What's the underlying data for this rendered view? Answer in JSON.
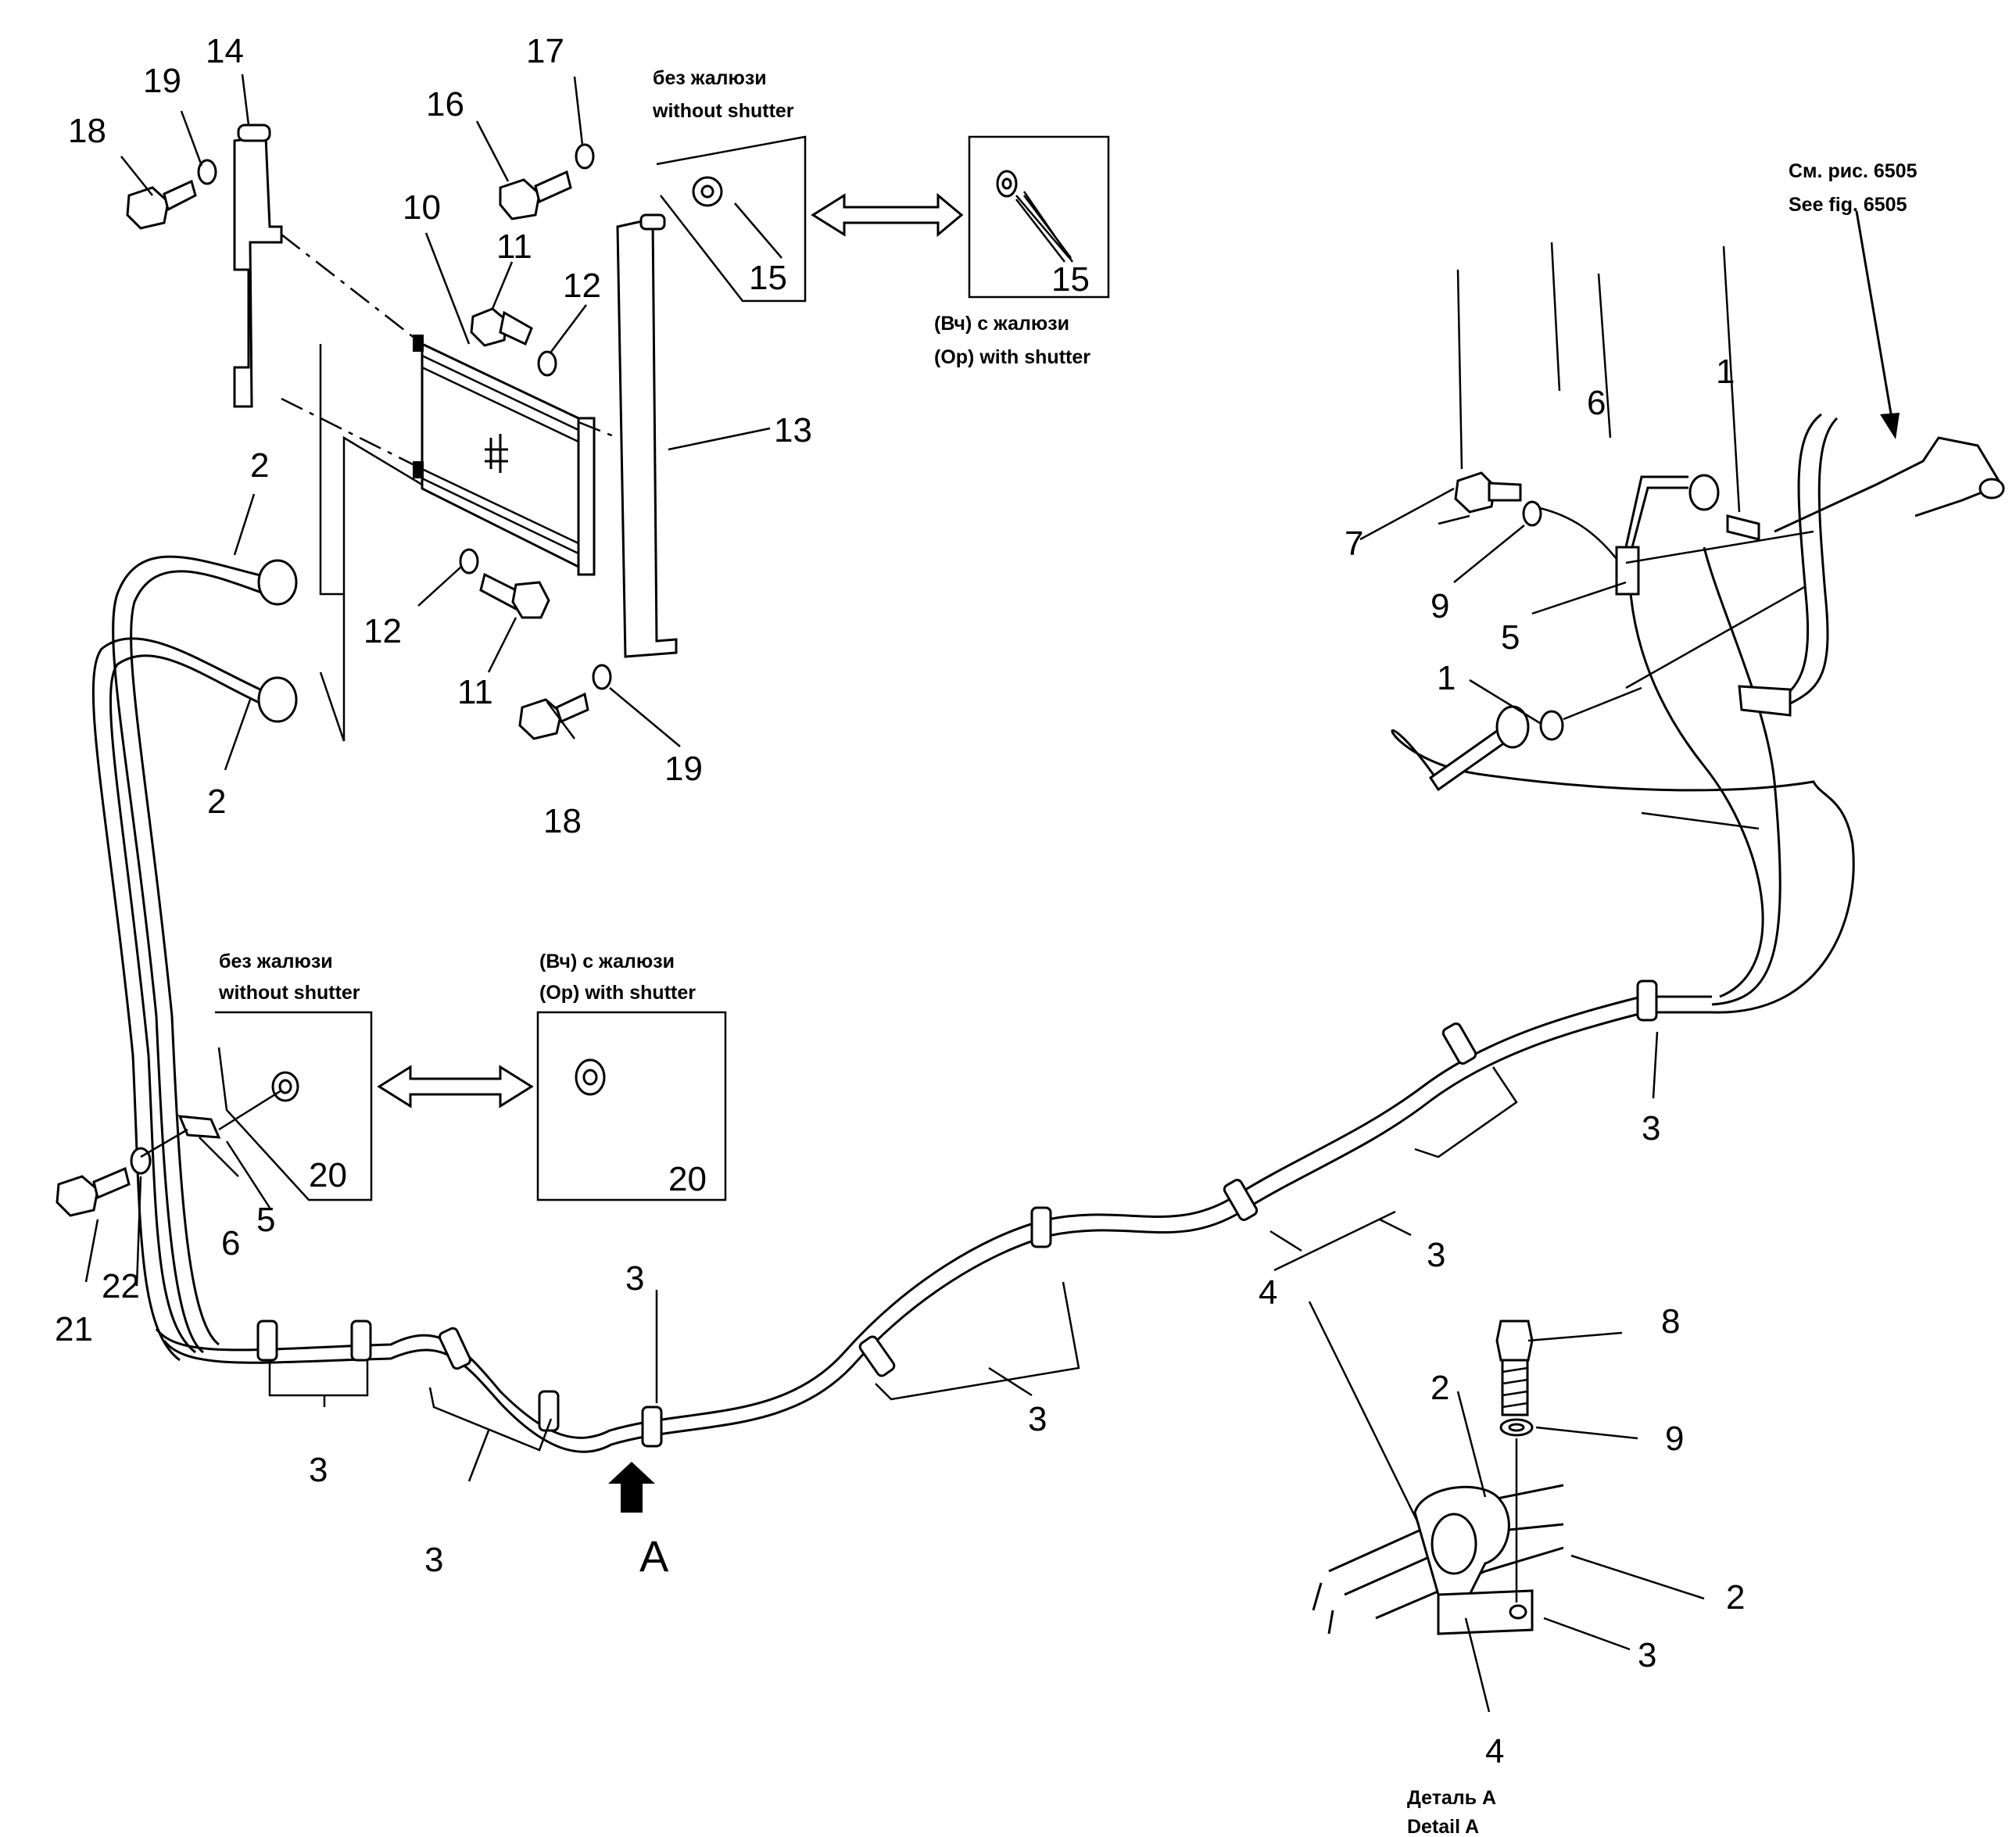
{
  "labels": {
    "n1": "1",
    "n2": "2",
    "n3": "3",
    "n4": "4",
    "n5": "5",
    "n6": "6",
    "n7": "7",
    "n8": "8",
    "n9": "9",
    "n10": "10",
    "n11": "11",
    "n12": "12",
    "n13": "13",
    "n14": "14",
    "n15": "15",
    "n16": "16",
    "n17": "17",
    "n18": "18",
    "n19": "19",
    "n20": "20",
    "n21": "21",
    "n22": "22",
    "detail_marker": "A"
  },
  "captions": {
    "without_shutter_ru": "без жалюзи",
    "without_shutter_en": "without shutter",
    "with_shutter_ru": "(Вч) с жалюзи",
    "with_shutter_en": "(Ор) with shutter",
    "see_fig_ru": "См. рис. 6505",
    "see_fig_en": "See fig. 6505",
    "detail_ru": "Деталь А",
    "detail_en": "Detail A"
  }
}
